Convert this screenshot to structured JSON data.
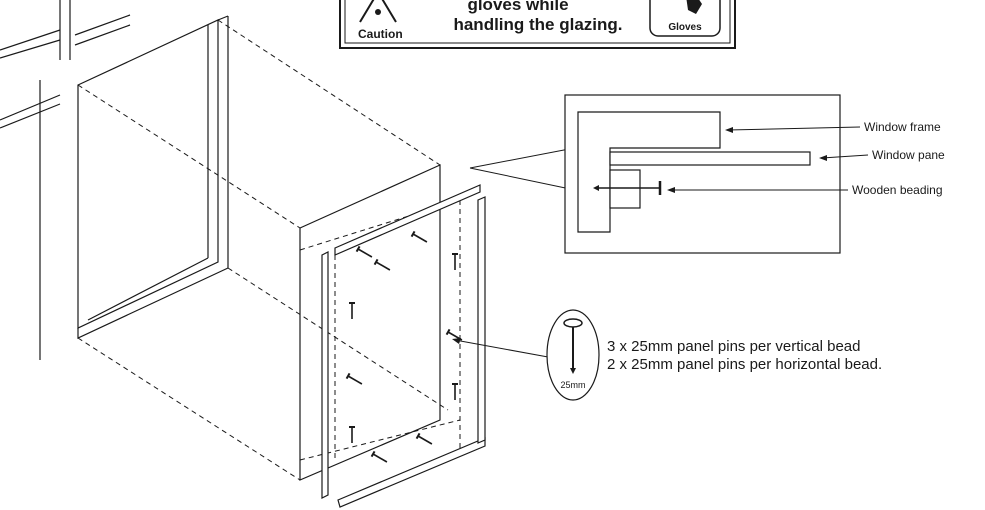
{
  "caution": {
    "line1": "gloves while",
    "line2": "handling the glazing.",
    "caution_label": "Caution",
    "gloves_label": "Gloves"
  },
  "detail": {
    "window_frame": "Window frame",
    "window_pane": "Window pane",
    "wooden_beading": "Wooden beading"
  },
  "pins": {
    "size_label": "25mm",
    "line1": "3 x 25mm panel pins per vertical bead",
    "line2": "2 x 25mm panel pins per horizontal bead."
  }
}
